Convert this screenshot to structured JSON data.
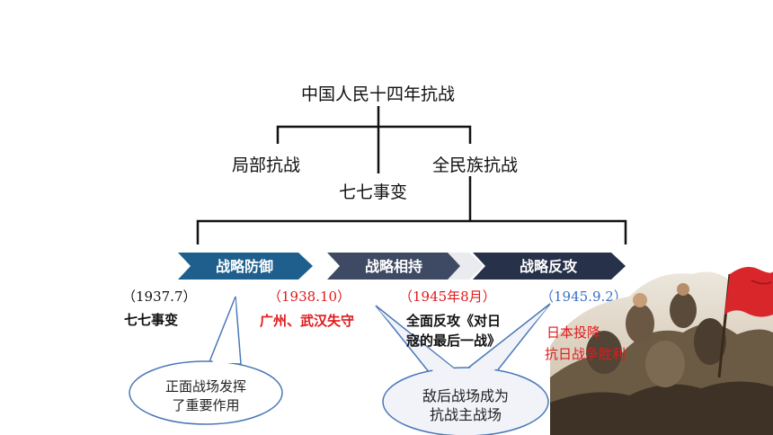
{
  "root": "中国人民十四年抗战",
  "branches": {
    "left": "局部抗战",
    "middle": "七七事变",
    "right": "全民族抗战"
  },
  "phases": [
    "战略防御",
    "战略相持",
    "战略反攻"
  ],
  "timeline": [
    {
      "date": "（1937.7）",
      "event": "七七事变"
    },
    {
      "date": "（1938.10）",
      "event": "广州、武汉失守"
    },
    {
      "date": "（1945年8月）",
      "event_line1": "全面反攻《对日",
      "event_line2": "寇的最后一战》"
    },
    {
      "date": "（1945.9.2）",
      "event_line1": "日本投降",
      "event_line2": "抗日战争胜利"
    }
  ],
  "callouts": {
    "left": [
      "正面战场发挥",
      "了重要作用"
    ],
    "right": [
      "敌后战场成为",
      "抗战主战场"
    ]
  },
  "colors": {
    "phase1": "#1e5f8e",
    "phase2": "#3e4a63",
    "phase3": "#27324a",
    "red_text": "#e0191b",
    "blue_text": "#3a6fc4",
    "bubble_fill": "#f1f3f8",
    "bubble_stroke": "#4a78b8"
  },
  "picture": "painting-icon"
}
